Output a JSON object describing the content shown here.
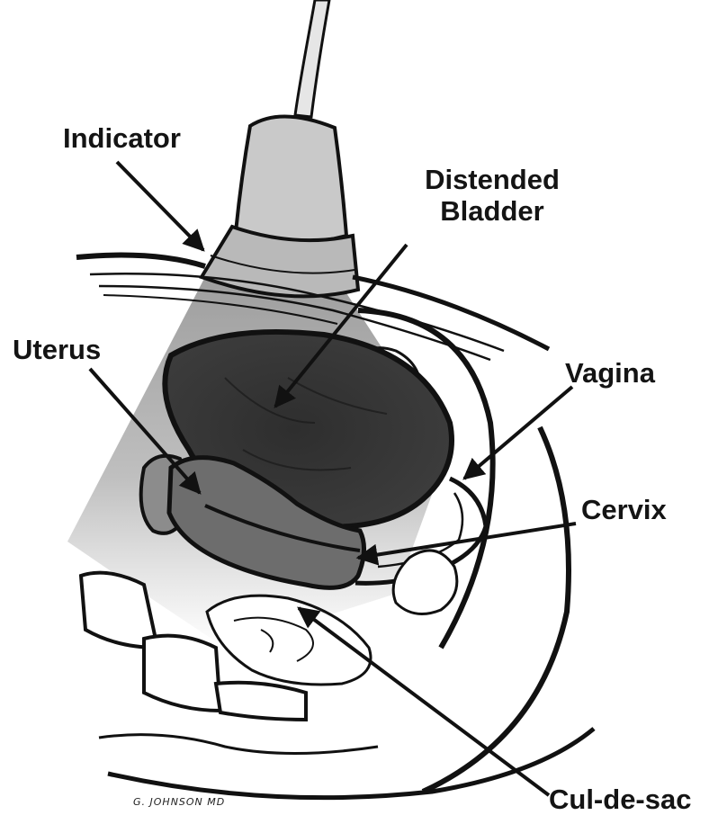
{
  "labels": {
    "indicator": "Indicator",
    "distended_bladder_line1": "Distended",
    "distended_bladder_line2": "Bladder",
    "uterus": "Uterus",
    "vagina": "Vagina",
    "cervix": "Cervix",
    "cul_de_sac": "Cul-de-sac"
  },
  "signature": "G. JOHNSON MD"
}
